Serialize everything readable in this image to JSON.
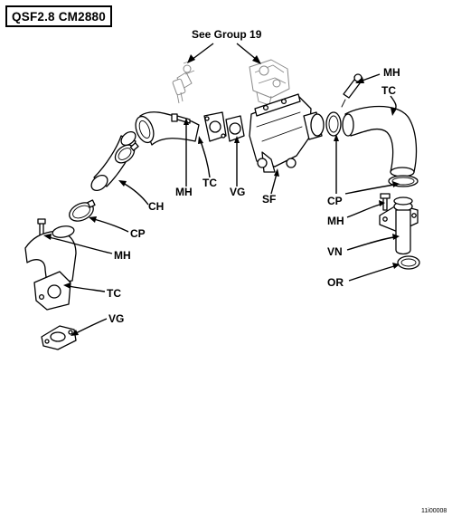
{
  "title": "QSF2.8 CM2880",
  "reference_note": "See Group 19",
  "figure_id": "11i00008",
  "callouts": {
    "mh_top": "MH",
    "tc_top": "TC",
    "tc_mid": "TC",
    "vg_mid": "VG",
    "sf": "SF",
    "mh_mid": "MH",
    "ch": "CH",
    "cp_left": "CP",
    "mh_left": "MH",
    "tc_left": "TC",
    "vg_left": "VG",
    "cp_right": "CP",
    "mh_right": "MH",
    "vn": "VN",
    "or": "OR"
  }
}
